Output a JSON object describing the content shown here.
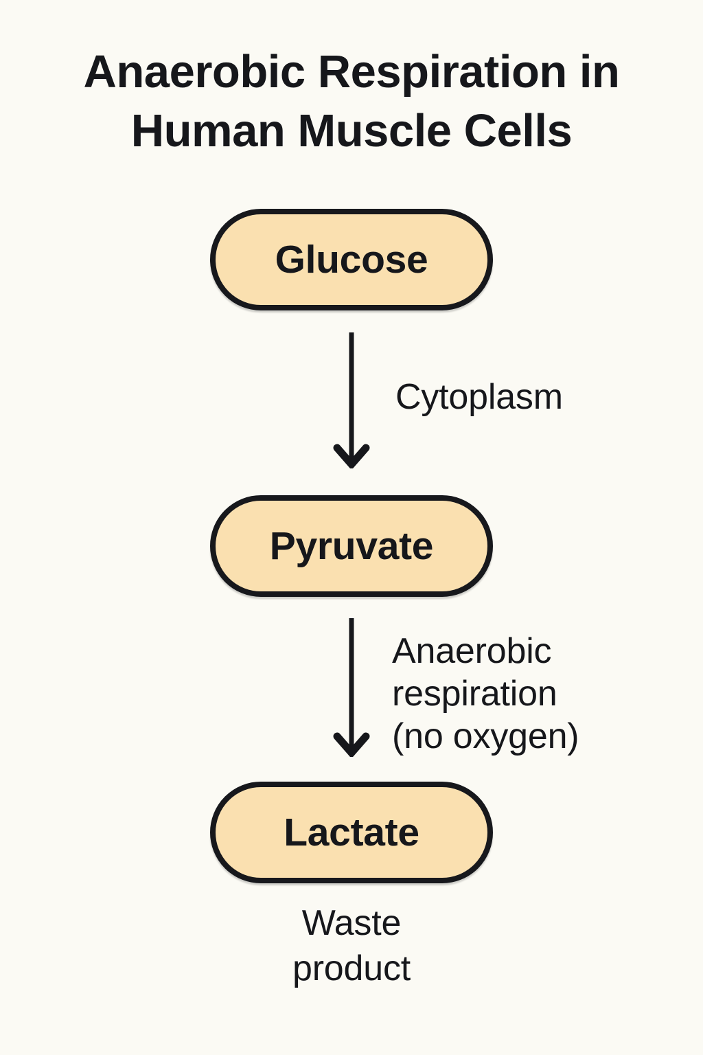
{
  "diagram": {
    "title": "Anaerobic Respiration in\nHuman Muscle Cells",
    "background_color": "#fbfaf4",
    "node_fill_color": "#fae0b0",
    "node_border_color": "#17181c",
    "text_color": "#16171b",
    "nodes": [
      {
        "id": "glucose",
        "label": "Glucose"
      },
      {
        "id": "pyruvate",
        "label": "Pyruvate"
      },
      {
        "id": "lactate",
        "label": "Lactate"
      }
    ],
    "edges": [
      {
        "id": "edge-1",
        "from": "glucose",
        "to": "pyruvate",
        "label": "Cytoplasm"
      },
      {
        "id": "edge-2",
        "from": "pyruvate",
        "to": "lactate",
        "label": "Anaerobic\nrespiration\n(no oxygen)"
      }
    ],
    "caption": "Waste\nproduct"
  }
}
